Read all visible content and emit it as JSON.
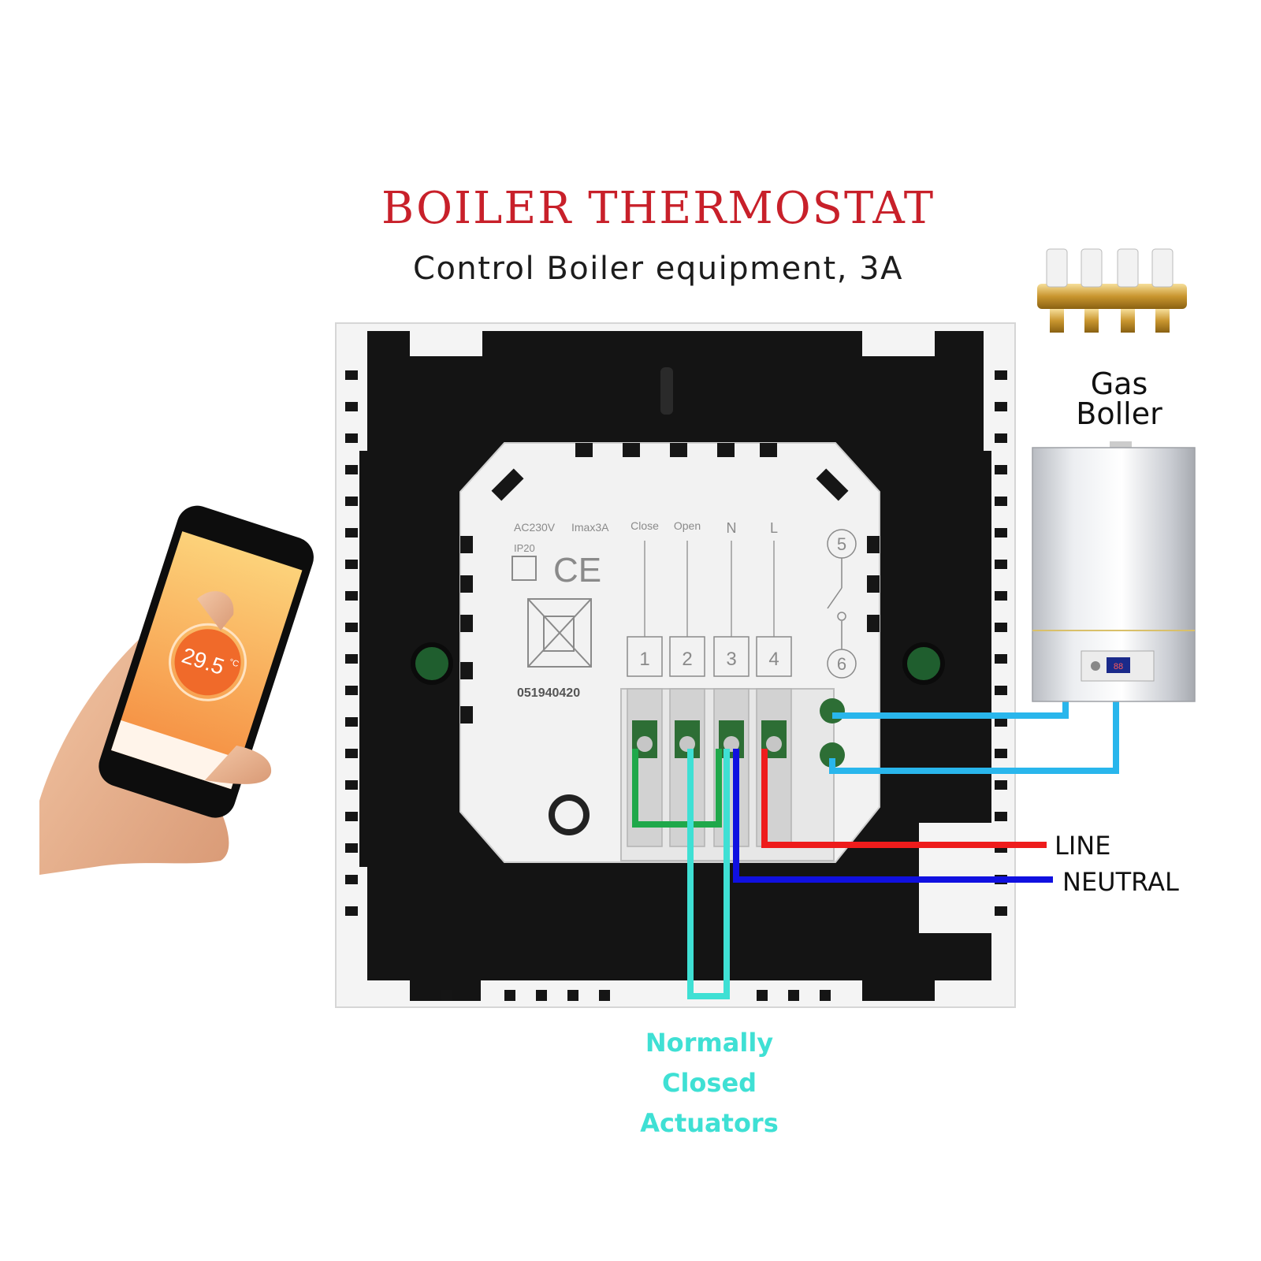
{
  "title": "BOILER THERMOSTAT",
  "subtitle": "Control Boiler equipment, 3A",
  "panel": {
    "rating_voltage": "AC230V",
    "rating_current": "Imax3A",
    "ip_rating": "IP20",
    "ce_mark": "CE",
    "serial": "051940420",
    "terminal_headers": [
      "Close",
      "Open",
      "N",
      "L"
    ],
    "terminal_numbers": [
      "1",
      "2",
      "3",
      "4"
    ],
    "aux_terminals": [
      "5",
      "6"
    ]
  },
  "phone": {
    "temperature": "29.5",
    "unit": "°C"
  },
  "boiler": {
    "label_line1": "Gas",
    "label_line2": "Boller",
    "display": "88"
  },
  "wires": {
    "line_label": "LINE",
    "neutral_label": "NEUTRAL",
    "actuators_line1": "Normally",
    "actuators_line2": "Closed",
    "actuators_line3": "Actuators"
  },
  "colors": {
    "title": "#c8202a",
    "line_wire": "#ee1c1c",
    "neutral_wire": "#1010e0",
    "boiler_wire": "#29b6ec",
    "bridge_wire": "#1fa84a",
    "actuator_wire": "#3fe0d4",
    "phone_screen": "#f8a64e"
  }
}
